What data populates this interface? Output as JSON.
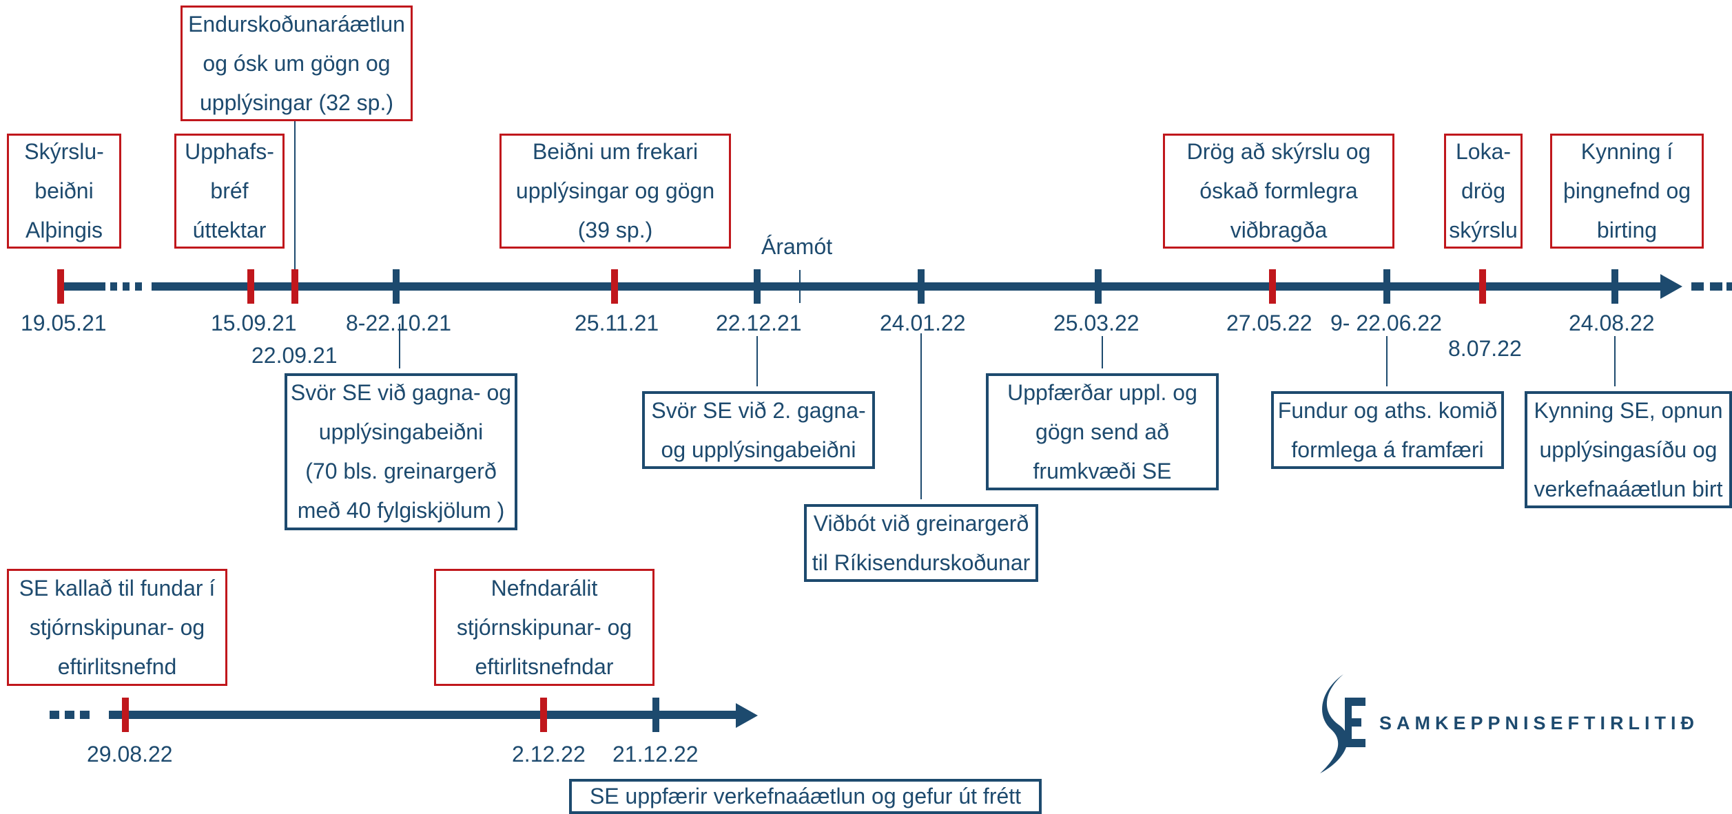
{
  "colors": {
    "primary": "#1d4a6e",
    "accent": "#c0171c",
    "background": "#ffffff"
  },
  "year_marker": "Áramót",
  "top_boxes": [
    {
      "id": "skyrslubeidni",
      "text": "Skýrslu-\nbeiðni\nAlþingis"
    },
    {
      "id": "upphafsbref",
      "text": "Upphafs-\nbréf\núttektar"
    },
    {
      "id": "endurskodun",
      "text": "Endurskoðunaráætlun\nog ósk um gögn og\nupplýsingar (32 sp.)"
    },
    {
      "id": "beidni-frekari",
      "text": "Beiðni um frekari\nupplýsingar og gögn\n(39 sp.)"
    },
    {
      "id": "drog",
      "text": "Drög að skýrslu og\nóskað formlegra\nviðbragða"
    },
    {
      "id": "lokadrog",
      "text": "Loka-\ndrög\nskýrslu"
    },
    {
      "id": "kynning-thing",
      "text": "Kynning í\nþingnefnd og\nbirting"
    }
  ],
  "bottom_boxes": [
    {
      "id": "svor-1",
      "text": "Svör SE við gagna- og\nupplýsingabeiðni\n(70 bls. greinargerð\nmeð 40 fylgiskjölum )"
    },
    {
      "id": "svor-2",
      "text": "Svör SE við 2. gagna-\nog upplýsingabeiðni"
    },
    {
      "id": "vidbot",
      "text": "Viðbót við greinargerð\ntil Ríkisendurskoðunar"
    },
    {
      "id": "uppfaerdar",
      "text": "Uppfærðar uppl. og\ngögn send að\nfrumkvæði SE"
    },
    {
      "id": "fundur",
      "text": "Fundur og aths. komið\nformlega á framfæri"
    },
    {
      "id": "kynning-se",
      "text": "Kynning SE, opnun\nupplýsingasíðu og\nverkefnaáætlun birt"
    }
  ],
  "dates_row1": [
    {
      "id": "d1",
      "text": "19.05.21",
      "color": "red"
    },
    {
      "id": "d2",
      "text": "15.09.21",
      "color": "red"
    },
    {
      "id": "d3",
      "text": "22.09.21",
      "color": "red"
    },
    {
      "id": "d4",
      "text": "8-22.10.21",
      "color": "blue"
    },
    {
      "id": "d5",
      "text": "25.11.21",
      "color": "red"
    },
    {
      "id": "d6",
      "text": "22.12.21",
      "color": "blue"
    },
    {
      "id": "d7",
      "text": "24.01.22",
      "color": "blue"
    },
    {
      "id": "d8",
      "text": "25.03.22",
      "color": "blue"
    },
    {
      "id": "d9",
      "text": "27.05.22",
      "color": "red"
    },
    {
      "id": "d10",
      "text": "9- 22.06.22",
      "color": "blue"
    },
    {
      "id": "d11",
      "text": "8.07.22",
      "color": "red"
    },
    {
      "id": "d12",
      "text": "24.08.22",
      "color": "blue"
    }
  ],
  "row2_boxes": [
    {
      "id": "se-kallad",
      "text": "SE kallað til fundar í\nstjórnskipunar- og\neftirlitsnefnd"
    },
    {
      "id": "nefndaralit",
      "text": "Nefndarálit\nstjórnskipunar- og\neftirlitsnefndar"
    },
    {
      "id": "se-uppfaerir",
      "text": "SE uppfærir verkefnaáætlun og gefur út frétt"
    }
  ],
  "dates_row2": [
    {
      "id": "e1",
      "text": "29.08.22",
      "color": "red"
    },
    {
      "id": "e2",
      "text": "2.12.22",
      "color": "red"
    },
    {
      "id": "e3",
      "text": "21.12.22",
      "color": "blue"
    }
  ],
  "logo": {
    "text": "SAMKEPPNISEFTIRLITIÐ",
    "icon": "se-logo-icon"
  }
}
